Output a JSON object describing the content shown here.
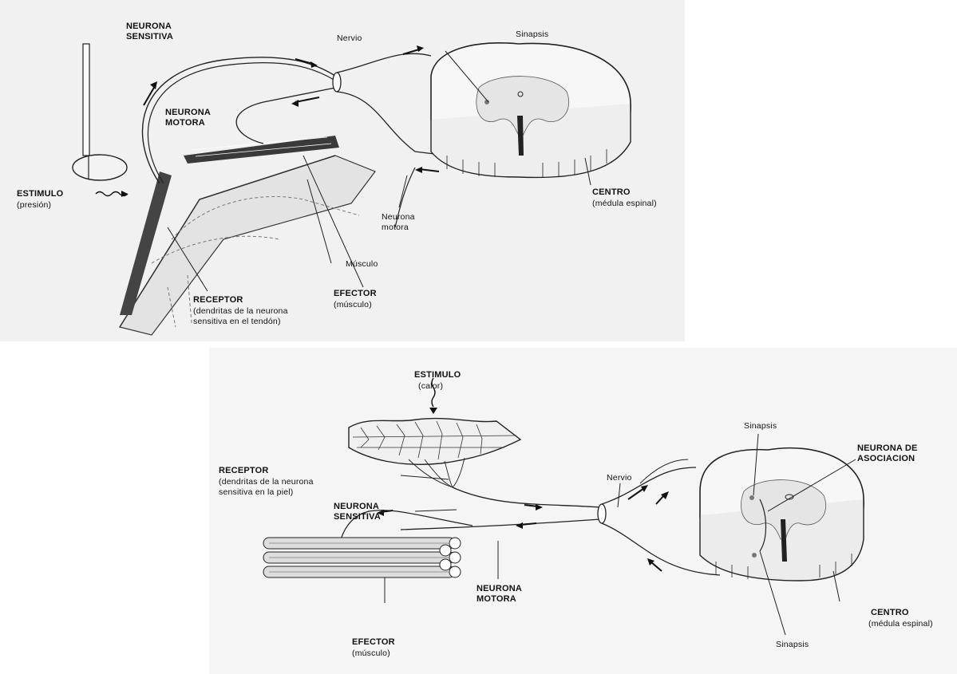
{
  "diagram_top": {
    "labels": {
      "sensory_neuron": "NEURONA\nSENSITIVA",
      "nerve": "Nervio",
      "synapse": "Sinapsis",
      "motor_neuron_upper": "NEURONA\nMOTORA",
      "stimulus_title": "ESTIMULO",
      "stimulus_type": "(presión)",
      "motor_neuron_lower": "Neurona\nmotora",
      "center_title": "CENTRO",
      "center_sub": "(médula espinal)",
      "muscle": "Músculo",
      "effector_title": "EFECTOR",
      "effector_sub": "(músculo)",
      "receptor_title": "RECEPTOR",
      "receptor_sub": "(dendritas de la neurona\nsensitiva en el tendón)"
    }
  },
  "diagram_bottom": {
    "labels": {
      "stimulus_title": "ESTIMULO",
      "stimulus_type": "(calor)",
      "receptor_title": "RECEPTOR",
      "receptor_sub": "(dendritas de la neurona\nsensitiva en la piel)",
      "sensory_neuron": "NEURONA\nSENSITIVA",
      "nerve": "Nervio",
      "synapse_top": "Sinapsis",
      "association_neuron": "NEURONA DE\nASOCIACION",
      "motor_neuron": "NEURONA\nMOTORA",
      "effector_title": "EFECTOR",
      "effector_sub": "(músculo)",
      "center_title": "CENTRO",
      "center_sub": "(médula espinal)",
      "synapse_bottom": "Sinapsis"
    }
  }
}
